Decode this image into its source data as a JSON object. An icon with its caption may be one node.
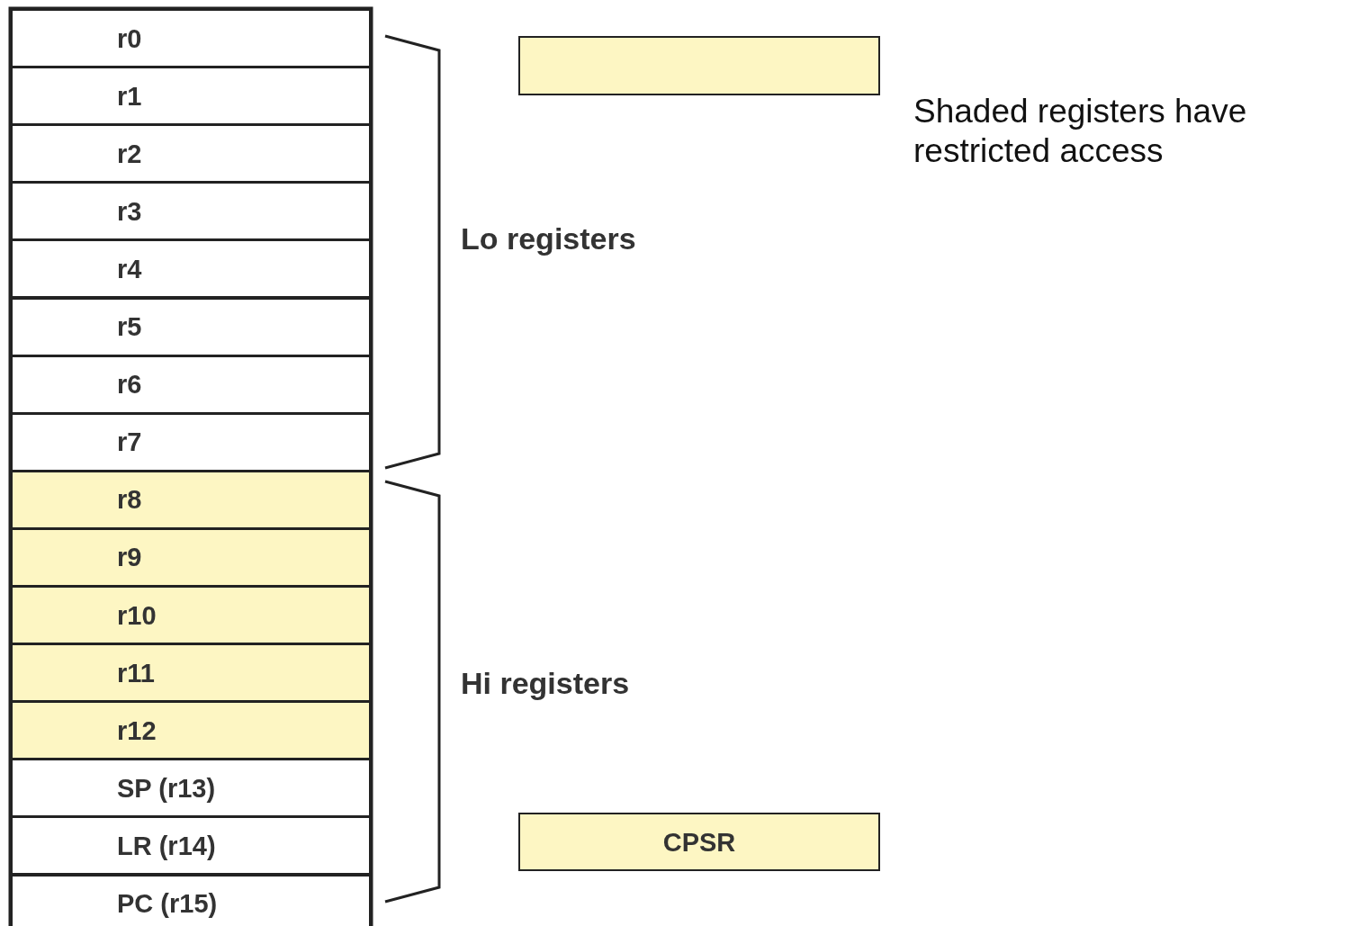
{
  "diagram": {
    "nodes": [
      {
        "text": [
          "r0"
        ]
      },
      {
        "text": [
          "r1"
        ]
      },
      {
        "text": [
          "r2"
        ]
      },
      {
        "text": [
          "r3"
        ]
      },
      {
        "text": [
          "r4"
        ]
      },
      {
        "text": [
          "r5"
        ]
      },
      {
        "text": [
          "r6"
        ]
      },
      {
        "text": [
          "r7"
        ]
      },
      {
        "text": [
          "r8"
        ]
      },
      {
        "text": [
          "r9"
        ]
      },
      {
        "text": [
          "r10"
        ]
      },
      {
        "text": [
          "r11"
        ]
      },
      {
        "text": [
          "r12"
        ]
      },
      {
        "text": [
          "SP (r13)"
        ]
      },
      {
        "text": [
          "LR (r14)"
        ]
      },
      {
        "text": [
          "PC (r15)"
        ]
      },
      {
        "text": [
          "CPSR"
        ]
      }
    ],
    "edges": [],
    "labels": [
      "Lo registers",
      "Hi registers"
    ],
    "legend": [
      {
        "text": "Shaded registers have restricted access",
        "color": "#fdf6c3"
      }
    ]
  }
}
